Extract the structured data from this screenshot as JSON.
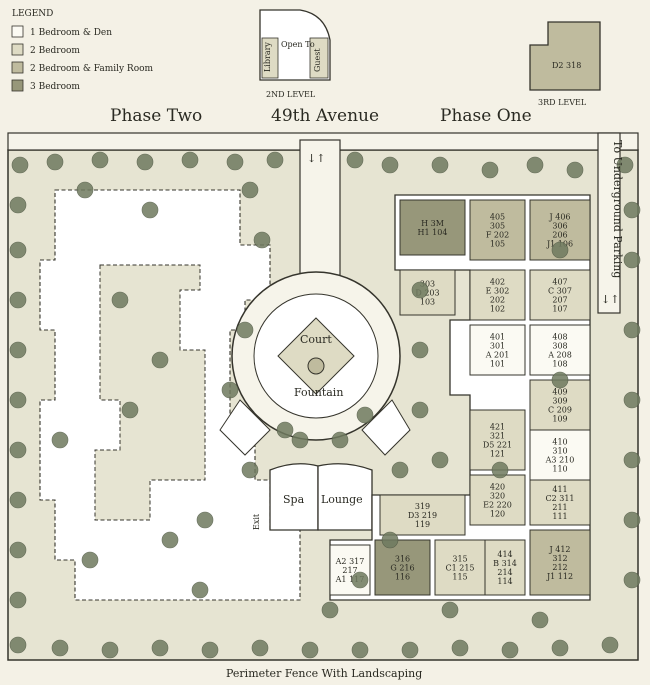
{
  "legend": {
    "title": "LEGEND",
    "items": [
      {
        "label": "1 Bedroom & Den",
        "color": "#fbfaf3"
      },
      {
        "label": "2 Bedroom",
        "color": "#dedbc4"
      },
      {
        "label": "2 Bedroom & Family Room",
        "color": "#bfbb9e"
      },
      {
        "label": "3 Bedroom",
        "color": "#97977a"
      }
    ]
  },
  "second_level": {
    "title": "2ND LEVEL",
    "rooms": [
      "Library",
      "Open To",
      "Guest"
    ]
  },
  "third_level": {
    "title": "3RD LEVEL",
    "unit": "D2 318"
  },
  "labels": {
    "phase_two": "Phase Two",
    "street": "49th Avenue",
    "phase_one": "Phase One",
    "parking": "To Underground Parking",
    "court": "Court",
    "fountain": "Fountain",
    "spa": "Spa",
    "lounge": "Lounge",
    "exit": "Exit",
    "fence": "Perimeter Fence With Landscaping"
  },
  "units": [
    {
      "id": "h",
      "lines": [
        "H 3M",
        "H1 104"
      ],
      "type": 3
    },
    {
      "id": "f",
      "lines": [
        "405",
        "305",
        "F 202",
        "105"
      ],
      "type": 2
    },
    {
      "id": "j1",
      "lines": [
        "J 406",
        "306",
        "206",
        "J1 106"
      ],
      "type": 2
    },
    {
      "id": "d",
      "lines": [
        "303",
        "D 203",
        "103"
      ],
      "type": 1
    },
    {
      "id": "e",
      "lines": [
        "402",
        "E 302",
        "202",
        "102"
      ],
      "type": 1
    },
    {
      "id": "c1",
      "lines": [
        "407",
        "C 307",
        "207",
        "107"
      ],
      "type": 1
    },
    {
      "id": "a1",
      "lines": [
        "401",
        "301",
        "A 201",
        "101"
      ],
      "type": 0
    },
    {
      "id": "a2",
      "lines": [
        "408",
        "308",
        "A 208",
        "108"
      ],
      "type": 0
    },
    {
      "id": "c2",
      "lines": [
        "409",
        "309",
        "C 209",
        "109"
      ],
      "type": 1
    },
    {
      "id": "d5",
      "lines": [
        "421",
        "321",
        "D5 221",
        "121"
      ],
      "type": 1
    },
    {
      "id": "a3",
      "lines": [
        "410",
        "310",
        "A3 210",
        "110"
      ],
      "type": 0
    },
    {
      "id": "e2",
      "lines": [
        "420",
        "320",
        "E2 220",
        "120"
      ],
      "type": 1
    },
    {
      "id": "c3",
      "lines": [
        "411",
        "C2 311",
        "211",
        "111"
      ],
      "type": 1
    },
    {
      "id": "d3",
      "lines": [
        "319",
        "D3 219",
        "119"
      ],
      "type": 1
    },
    {
      "id": "a4",
      "lines": [
        "A2 317",
        "217",
        "A1 117"
      ],
      "type": 0
    },
    {
      "id": "g",
      "lines": [
        "316",
        "G 216",
        "116"
      ],
      "type": 3
    },
    {
      "id": "c4",
      "lines": [
        "315",
        "C1 215",
        "115"
      ],
      "type": 1
    },
    {
      "id": "b",
      "lines": [
        "414",
        "B 314",
        "214",
        "114"
      ],
      "type": 1
    },
    {
      "id": "j2",
      "lines": [
        "J 412",
        "312",
        "212",
        "J1 112"
      ],
      "type": 2
    }
  ],
  "colors": {
    "ground": "#e6e4d2",
    "road": "#f6f4ea",
    "building": "#ffffff",
    "tree": "#6f7a5f",
    "line": "#35342c"
  }
}
